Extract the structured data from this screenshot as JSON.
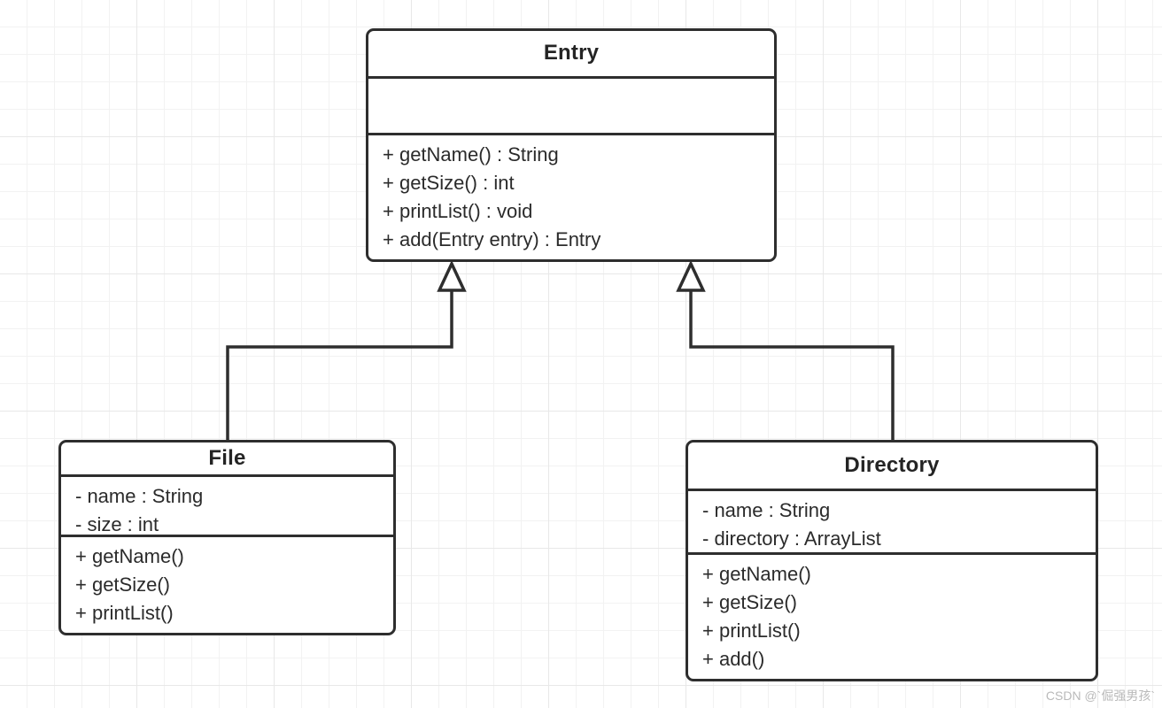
{
  "diagram": {
    "type": "uml-class-diagram",
    "background": "#ffffff",
    "grid_color": "#e8e8e8",
    "stroke_color": "#2e2e2e",
    "text_color": "#2b2b2b",
    "classes": [
      {
        "id": "entry",
        "name": "Entry",
        "attributes": [],
        "methods": [
          "+ getName() : String",
          "+ getSize() : int",
          "+ printList() : void",
          "+ add(Entry entry) : Entry"
        ]
      },
      {
        "id": "file",
        "name": "File",
        "attributes": [
          "- name : String",
          "- size : int"
        ],
        "methods": [
          "+ getName()",
          "+ getSize()",
          "+ printList()"
        ]
      },
      {
        "id": "directory",
        "name": "Directory",
        "attributes": [
          "- name : String",
          "- directory : ArrayList"
        ],
        "methods": [
          "+ getName()",
          "+ getSize()",
          "+ printList()",
          "+ add()"
        ]
      }
    ],
    "relationships": [
      {
        "id": "file-extends-entry",
        "kind": "generalization",
        "from": "File",
        "to": "Entry"
      },
      {
        "id": "directory-extends-entry",
        "kind": "generalization",
        "from": "Directory",
        "to": "Entry"
      }
    ]
  },
  "watermark": {
    "text": "CSDN @`倔强男孩`"
  }
}
